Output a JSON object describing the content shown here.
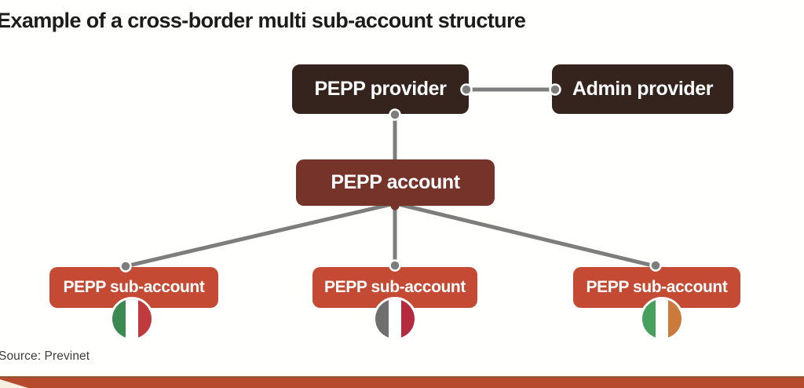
{
  "title": "Example of a cross-border multi sub-account structure",
  "source_note": "Source: Previnet",
  "colors": {
    "background": "#fffffe",
    "provider_box": "#35231e",
    "account_box": "#76332a",
    "sub_account_box": "#c44a33",
    "connector_gray": "#7d7d7d",
    "bottom_bar": "#b54a2d",
    "corner_wedge": "#f4f1e3",
    "box_text": "#ffffff"
  },
  "nodes": {
    "pepp_provider": {
      "label": "PEPP provider"
    },
    "admin_provider": {
      "label": "Admin provider"
    },
    "pepp_account": {
      "label": "PEPP account"
    },
    "sub_accounts": [
      {
        "label": "PEPP sub-account",
        "country": "italy",
        "flag_colors": [
          "#3c8a52",
          "#ffffff",
          "#bf3a3c"
        ]
      },
      {
        "label": "PEPP sub-account",
        "country": "france",
        "flag_colors": [
          "#6f6f6f",
          "#ffffff",
          "#b52a3c"
        ]
      },
      {
        "label": "PEPP sub-account",
        "country": "ireland",
        "flag_colors": [
          "#47a05e",
          "#ffffff",
          "#cc7a3c"
        ]
      }
    ]
  }
}
